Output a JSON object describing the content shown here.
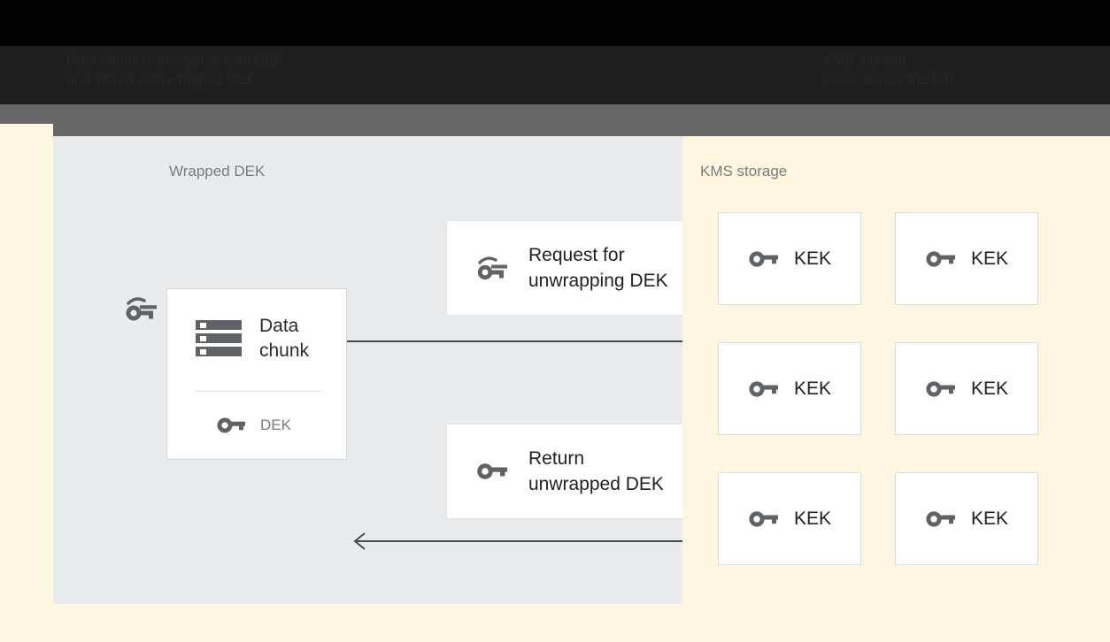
{
  "header": {
    "left_text": "Data chunk is encrypted with DEK\nand stored with wrapped DEK",
    "right_text": "KMS storage\nnever leaves the box",
    "text_color": "#262626",
    "band_color": "#1f1f1f",
    "toolbar_color": "#666666"
  },
  "stage": {
    "background": "#fdf6e0"
  },
  "client_panel": {
    "background": "#e8ecef",
    "title": "Wrapped DEK",
    "title_icon": "wrapped-key-icon",
    "data_chunk_card": {
      "icon": "server-stack-icon",
      "label": "Data\nchunk",
      "key_icon": "key-icon",
      "key_label": "DEK"
    },
    "messages": [
      {
        "id": "request",
        "icon": "wrapped-key-icon",
        "label": "Request for\nunwrapping DEK"
      },
      {
        "id": "return",
        "icon": "key-icon",
        "label": "Return\nunwrapped DEK"
      }
    ],
    "arrows": [
      {
        "id": "to-kms",
        "direction": "right",
        "style": "solid-arrowhead"
      },
      {
        "id": "from-kms",
        "direction": "left",
        "style": "thin-chevron"
      }
    ]
  },
  "kms_panel": {
    "background": "#fdf6e0",
    "title": "KMS storage",
    "kek_boxes": [
      {
        "icon": "key-icon",
        "label": "KEK"
      },
      {
        "icon": "key-icon",
        "label": "KEK"
      },
      {
        "icon": "key-icon",
        "label": "KEK"
      },
      {
        "icon": "key-icon",
        "label": "KEK"
      },
      {
        "icon": "key-icon",
        "label": "KEK"
      },
      {
        "icon": "key-icon",
        "label": "KEK"
      }
    ]
  },
  "colors": {
    "panel_gray": "#e8ecef",
    "cream": "#fdf6e0",
    "icon_gray": "#5f6368",
    "muted_text": "#7b7b7b",
    "dark_text": "#202124",
    "card_shadow": "#dcdcdc",
    "arrow": "#4a4a4a"
  }
}
